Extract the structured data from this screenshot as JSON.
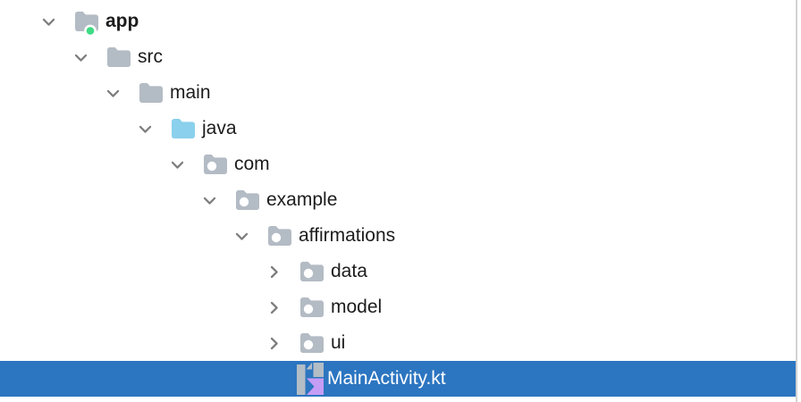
{
  "colors": {
    "selection": "#2C75C0",
    "selection_text": "#FFFFFF",
    "row_text": "#1C1C1C",
    "chevron": "#7E7E7E",
    "folder": "#B3BBC4",
    "java_folder": "#8BD0EC",
    "module_dot": "#3DDC84",
    "package_dot": "#FFFFFF",
    "border": "#D2D2D2",
    "kotlin_gray": "#B3BDC6",
    "kotlin_purple": "#C59DF4"
  },
  "project_tree": {
    "rows": [
      {
        "label": "app",
        "level": 0,
        "icon": "android-module-folder",
        "chevron": "expanded",
        "bold": true,
        "selected": false
      },
      {
        "label": "src",
        "level": 1,
        "icon": "folder",
        "chevron": "expanded",
        "bold": false,
        "selected": false
      },
      {
        "label": "main",
        "level": 2,
        "icon": "folder",
        "chevron": "expanded",
        "bold": false,
        "selected": false
      },
      {
        "label": "java",
        "level": 3,
        "icon": "source-folder",
        "chevron": "expanded",
        "bold": false,
        "selected": false
      },
      {
        "label": "com",
        "level": 4,
        "icon": "package",
        "chevron": "expanded",
        "bold": false,
        "selected": false
      },
      {
        "label": "example",
        "level": 5,
        "icon": "package",
        "chevron": "expanded",
        "bold": false,
        "selected": false
      },
      {
        "label": "affirmations",
        "level": 6,
        "icon": "package",
        "chevron": "expanded",
        "bold": false,
        "selected": false
      },
      {
        "label": "data",
        "level": 7,
        "icon": "package",
        "chevron": "collapsed",
        "bold": false,
        "selected": false
      },
      {
        "label": "model",
        "level": 7,
        "icon": "package",
        "chevron": "collapsed",
        "bold": false,
        "selected": false
      },
      {
        "label": "ui",
        "level": 7,
        "icon": "package",
        "chevron": "collapsed",
        "bold": false,
        "selected": false
      },
      {
        "label": "MainActivity.kt",
        "level": 7,
        "icon": "kotlin-file",
        "chevron": "none",
        "bold": false,
        "selected": true
      }
    ]
  }
}
